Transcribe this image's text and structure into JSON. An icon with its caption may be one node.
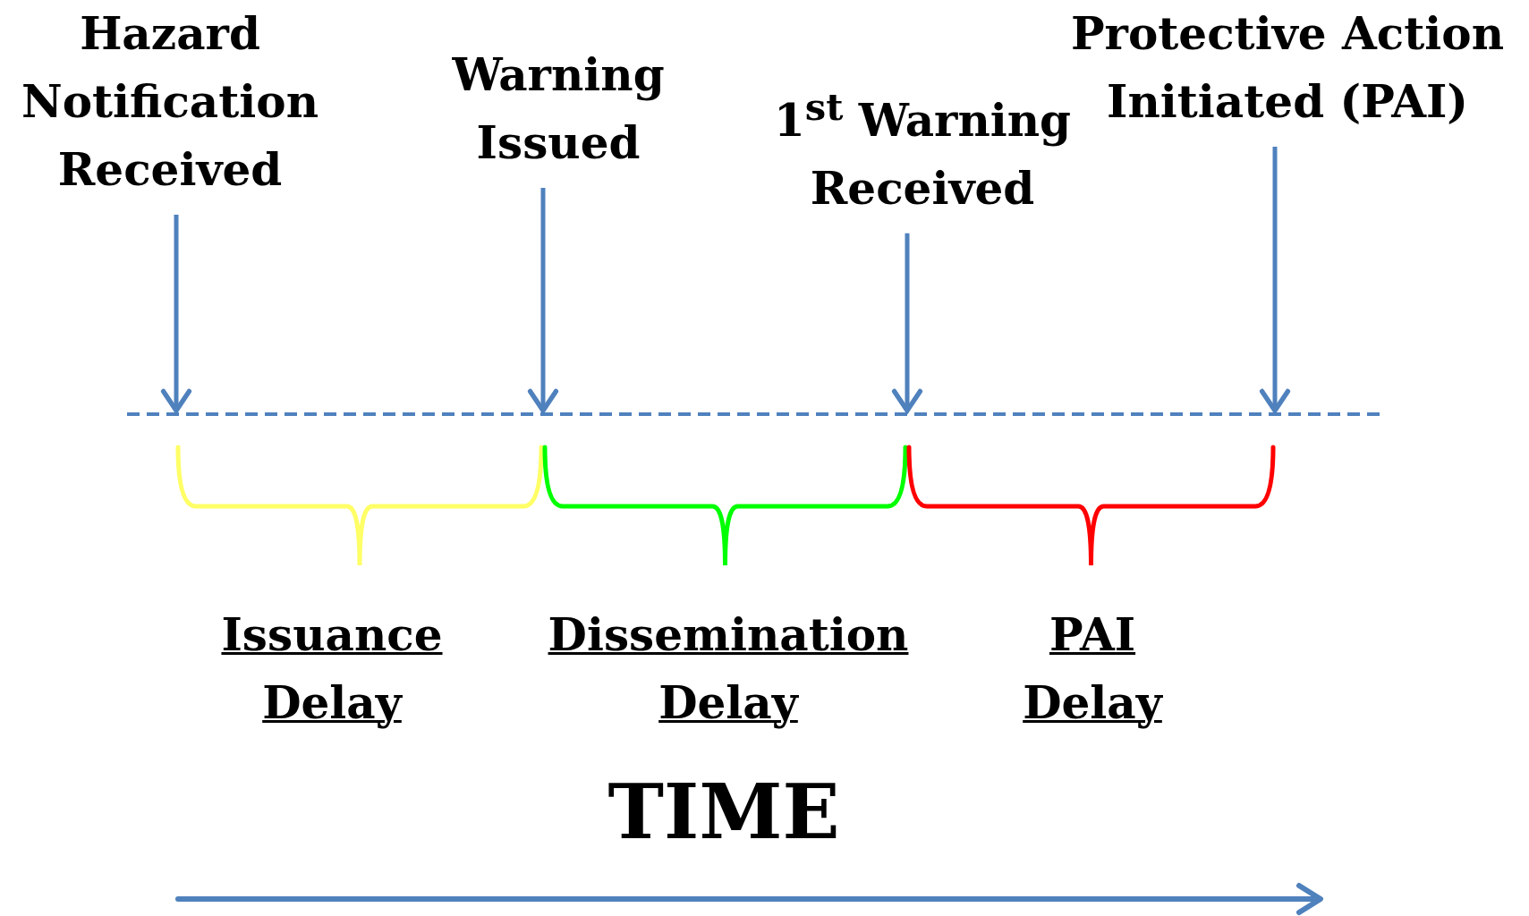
{
  "diagram": {
    "nodes": [
      {
        "text": [
          "Hazard Notification Received"
        ]
      },
      {
        "text": [
          "Warning Issued"
        ]
      },
      {
        "text": [
          "1$^{st}$ Warning Received"
        ]
      },
      {
        "text": [
          "Protective Action Initiated (PAI)"
        ]
      }
    ],
    "edges": [
      {
        "from": 0,
        "to": null,
        "arrow": "to"
      },
      {
        "from": 1,
        "to": null,
        "arrow": "to"
      },
      {
        "from": 2,
        "to": null,
        "arrow": "to"
      },
      {
        "from": 3,
        "to": null,
        "arrow": "to"
      }
    ],
    "labels": [
      "Issuance Delay",
      "Dissemination Delay",
      "PAI Delay",
      "TIME"
    ]
  }
}
